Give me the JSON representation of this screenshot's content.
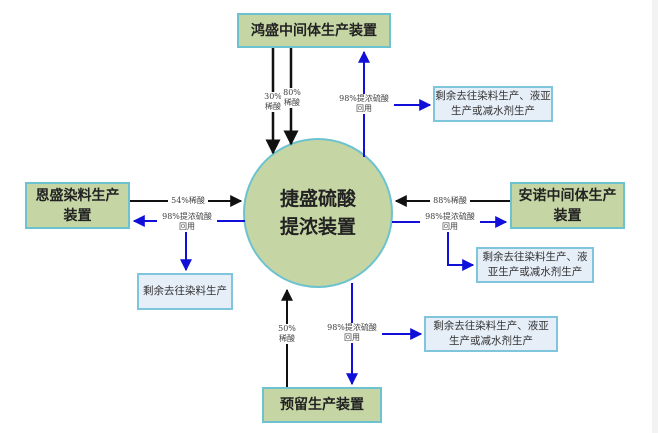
{
  "colors": {
    "node_fill": "#c5d5a4",
    "node_border": "#6cc3cf",
    "note_fill": "#e6eef8",
    "note_border": "#7fc6dc",
    "input_arrow": "#111111",
    "return_arrow": "#1010d8"
  },
  "center": {
    "line1": "捷盛硫酸",
    "line2": "提浓装置"
  },
  "nodes": {
    "top": "鸿盛中间体生产装置",
    "left_line1": "恩盛染料生产",
    "left_line2": "装置",
    "right_line1": "安诺中间体生产",
    "right_line2": "装置",
    "bottom": "预留生产装置"
  },
  "notes": {
    "top_right_line1": "剩余去往染料生产、液亚",
    "top_right_line2": "生产或减水剂生产",
    "left": "剩余去往染料生产",
    "right_line1": "剩余去往染料生产、液",
    "right_line2": "亚生产或减水剂生产",
    "bottom_right_line1": "剩余去往染料生产、液亚",
    "bottom_right_line2": "生产或减水剂生产"
  },
  "labels": {
    "top_in_a_line1": "30%",
    "top_in_a_line2": "稀酸",
    "top_in_b_line1": "80%",
    "top_in_b_line2": "稀酸",
    "top_return_line1": "98%提浓硫酸",
    "top_return_line2": "回用",
    "left_in": "54%稀酸",
    "left_return_line1": "98%提浓硫酸",
    "left_return_line2": "回用",
    "right_in": "88%稀酸",
    "right_return_line1": "98%提浓硫酸",
    "right_return_line2": "回用",
    "bottom_in_line1": "50%",
    "bottom_in_line2": "稀酸",
    "bottom_return_line1": "98%提浓硫酸",
    "bottom_return_line2": "回用"
  }
}
